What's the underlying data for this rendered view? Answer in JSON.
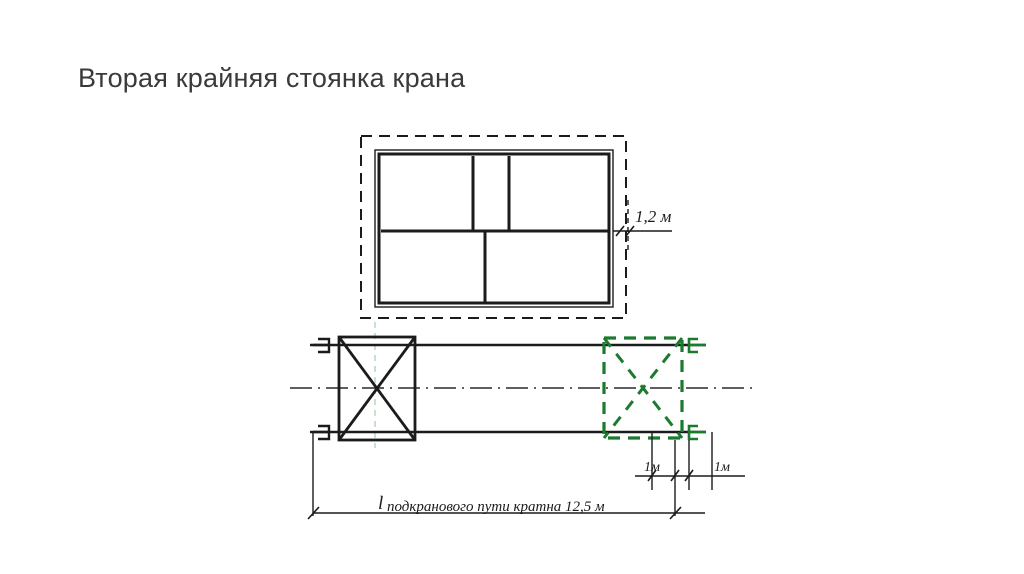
{
  "page": {
    "title": "Вторая крайняя стоянка крана",
    "background_color": "#ffffff",
    "title_color": "#3a3a3a"
  },
  "colors": {
    "line_black": "#1b1b1b",
    "green": "#1a7a2e",
    "green_light": "#bcd9c0",
    "axis_gray": "#2a2a2a"
  },
  "plan_view": {
    "name": "building-plan-top-view",
    "safety_zone_label": "dashed-safety-perimeter",
    "building_label": "building-outline",
    "dimension": {
      "label": "1,2 м",
      "name": "offset-dimension"
    }
  },
  "section_view": {
    "name": "crane-track-plan",
    "crane_current": {
      "name": "crane-position-current",
      "style": "solid-black-square-with-diagonals"
    },
    "crane_second": {
      "name": "crane-position-second-extreme",
      "style": "green-dashed-square-with-diagonals"
    },
    "rails": {
      "name": "crane-rails",
      "count": 2
    },
    "stops_left": {
      "name": "rail-stop-left",
      "count": 2
    },
    "stops_right": {
      "name": "rail-stop-right",
      "count": 2,
      "color": "#1a7a2e"
    },
    "center_axis": {
      "name": "track-center-axis",
      "style": "dash-dot"
    }
  },
  "dimensions": {
    "track_length": {
      "prefix": "l",
      "text": "подкранового пути кратна 12,5 м",
      "full": "l подкранового пути кратна 12,5 м",
      "name": "track-length-dimension"
    },
    "one_meter_left": {
      "label": "1м",
      "name": "one-meter-dimension-left"
    },
    "one_meter_right": {
      "label": "1м",
      "name": "one-meter-dimension-right"
    }
  }
}
